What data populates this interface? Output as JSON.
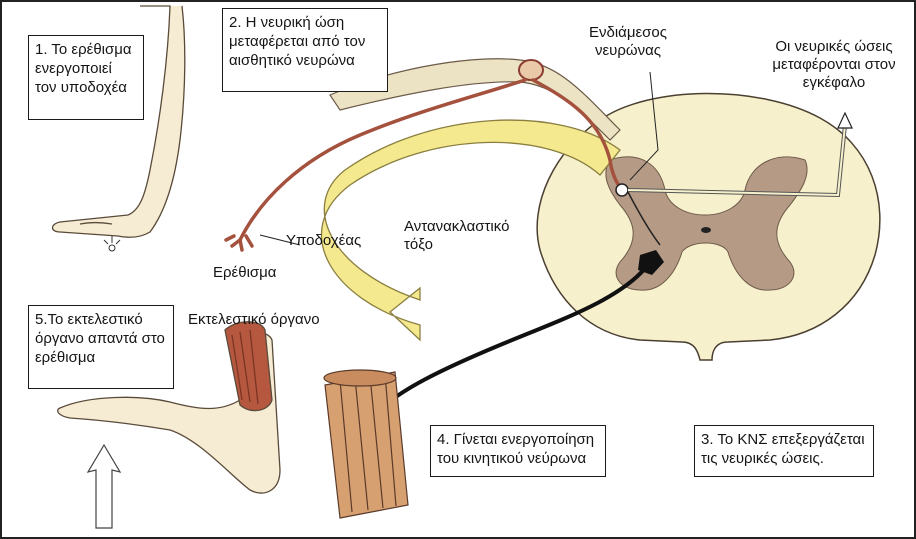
{
  "steps": {
    "step1": "1. Το ερέθισμα ενεργοποιεί τον υποδοχέα",
    "step2": "2. Η νευρική ώση μεταφέρεται από τον αισθητικό νευρώνα",
    "step3": "3. Το ΚΝΣ επεξεργάζεται τις νευρικές ώσεις.",
    "step4": "4. Γίνεται ενεργοποίηση του κινητικού νεύρωνα",
    "step5": "5.Το εκτελεστικό όργανο απαντά στο ερέθισμα"
  },
  "labels": {
    "interneuron": "Ενδιάμεσος νευρώνας",
    "to_brain": "Οι νευρικές ώσεις μεταφέρονται στον εγκέφαλο",
    "receptor": "Υποδοχέας",
    "stimulus": "Ερέθισμα",
    "reflex_arc": "Αντανακλαστικό τόξο",
    "effector": "Εκτελεστικό όργανο"
  },
  "colors": {
    "skin": "#f6ecd3",
    "cord_white": "#f7f0cc",
    "cord_grey": "#b59a86",
    "sensory": "#a4513d",
    "motor": "#111111",
    "arc": "#f4e98e",
    "muscle": "#b5583f"
  }
}
